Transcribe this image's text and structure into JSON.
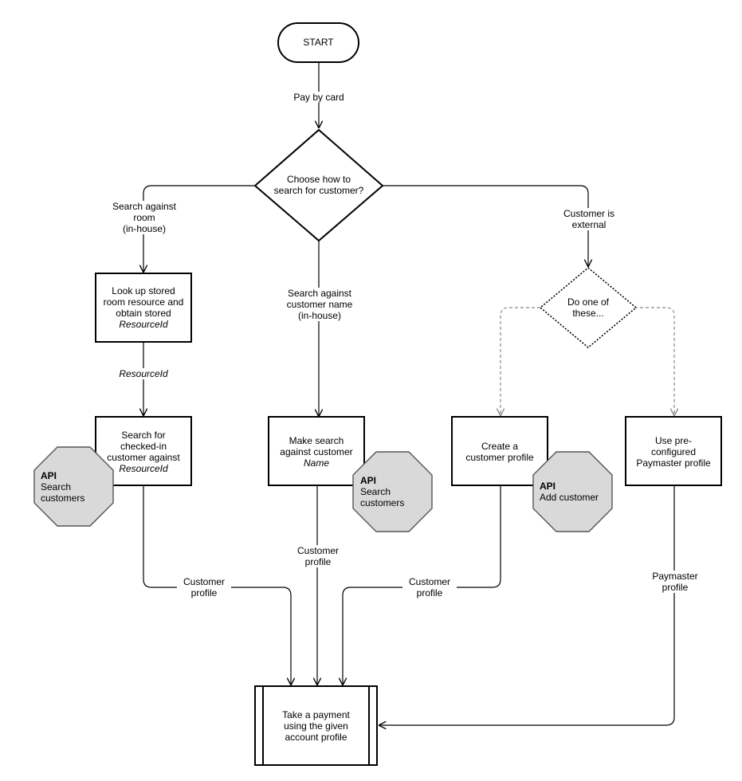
{
  "nodes": {
    "start": "START",
    "decision_search": [
      "Choose how to",
      "search for customer?"
    ],
    "decision_external": [
      "Do one of",
      "these..."
    ],
    "lookup_room": [
      "Look up stored",
      "room resource and",
      "obtain stored"
    ],
    "lookup_room_italic": "ResourceId",
    "search_checked_in": [
      "Search for",
      "checked-in",
      "customer against"
    ],
    "search_checked_in_italic": "ResourceId",
    "make_search": [
      "Make search",
      "against customer"
    ],
    "make_search_italic": "Name",
    "create_profile": [
      "Create a",
      "customer profile"
    ],
    "paymaster": [
      "Use pre-",
      "configured",
      "Paymaster profile"
    ],
    "take_payment": [
      "Take a payment",
      "using the given",
      "account profile"
    ]
  },
  "api": [
    {
      "title": "API",
      "label": [
        "Search",
        "customers"
      ]
    },
    {
      "title": "API",
      "label": [
        "Search",
        "customers"
      ]
    },
    {
      "title": "API",
      "label": [
        "Add customer"
      ]
    }
  ],
  "edges": {
    "pay_by_card": "Pay by card",
    "search_room": [
      "Search against",
      "room",
      "(in-house)"
    ],
    "search_name": [
      "Search against",
      "customer name",
      "(in-house)"
    ],
    "customer_external": [
      "Customer is",
      "external"
    ],
    "resource_id": "ResourceId",
    "customer_profile_1": [
      "Customer",
      "profile"
    ],
    "customer_profile_2": [
      "Customer",
      "profile"
    ],
    "customer_profile_3": [
      "Customer",
      "profile"
    ],
    "paymaster_profile": [
      "Paymaster",
      "profile"
    ]
  }
}
